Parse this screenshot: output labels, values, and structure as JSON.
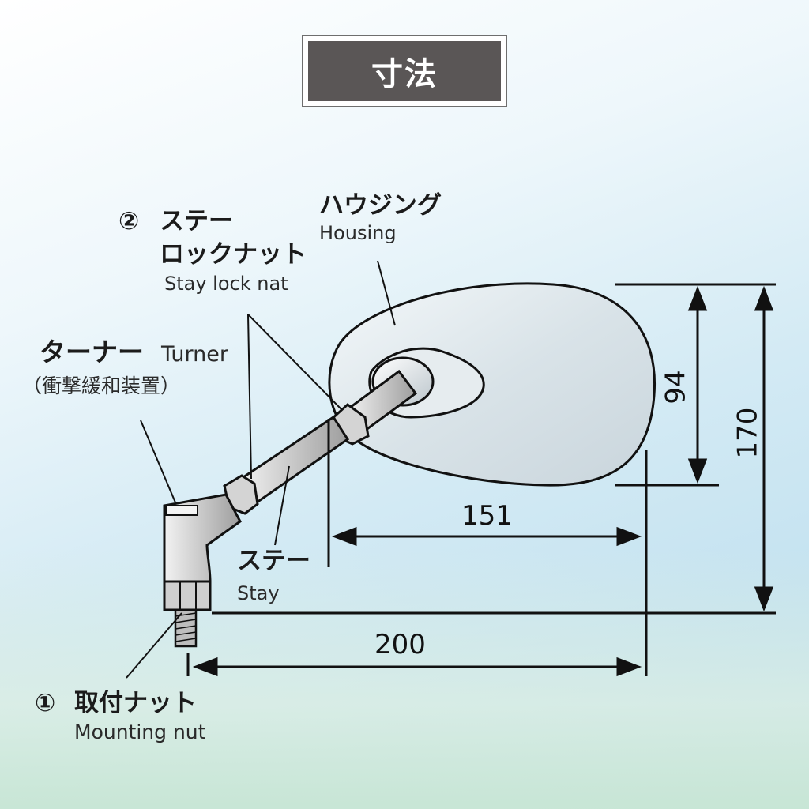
{
  "title": "寸法",
  "labels": {
    "housing_jp": "ハウジング",
    "housing_en": "Housing",
    "lock_nut_num": "②",
    "lock_nut_jp_1": "ステー",
    "lock_nut_jp_2": "ロックナット",
    "lock_nut_en": "Stay lock nat",
    "turner_jp": "ターナー",
    "turner_en": "Turner",
    "turner_sub": "（衝撃緩和装置）",
    "stay_jp": "ステー",
    "stay_en": "Stay",
    "mount_num": "①",
    "mount_jp": "取付ナット",
    "mount_en": "Mounting nut"
  },
  "dimensions": {
    "housing_height": "94",
    "total_height": "170",
    "housing_width": "151",
    "total_width": "200"
  },
  "colors": {
    "title_bg": "#5a5656",
    "outline": "#111111",
    "dimension_line": "#111111"
  }
}
